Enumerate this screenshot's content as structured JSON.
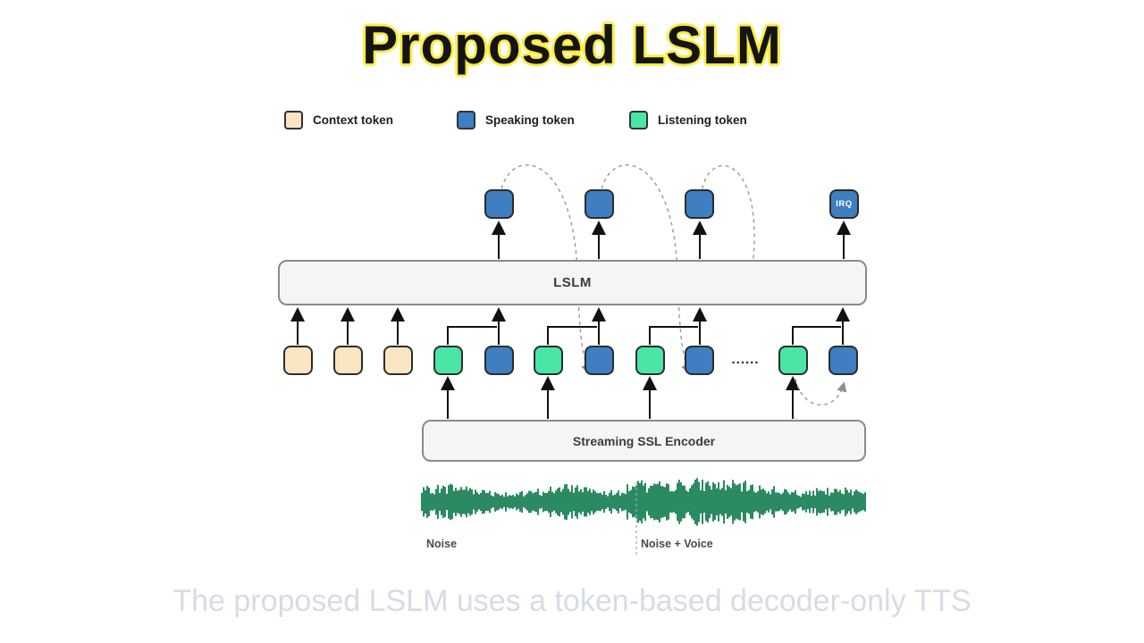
{
  "title": "Proposed LSLM",
  "legend": {
    "items": [
      {
        "label": "Context token"
      },
      {
        "label": "Speaking token"
      },
      {
        "label": "Listening token"
      }
    ]
  },
  "diagram": {
    "lslm_label": "LSLM",
    "encoder_label": "Streaming SSL Encoder",
    "irq_label": "IRQ",
    "ellipsis": "......",
    "noise_label": "Noise",
    "noise_voice_label": "Noise + Voice"
  },
  "caption": "The proposed LSLM uses a token-based decoder-only TTS",
  "colors": {
    "context": "#fae5c3",
    "speaking": "#3e7ec1",
    "listening": "#49e6a6",
    "waveform": "#2b8a62",
    "box_fill": "#f5f5f5",
    "box_border": "#8a8a8a"
  }
}
